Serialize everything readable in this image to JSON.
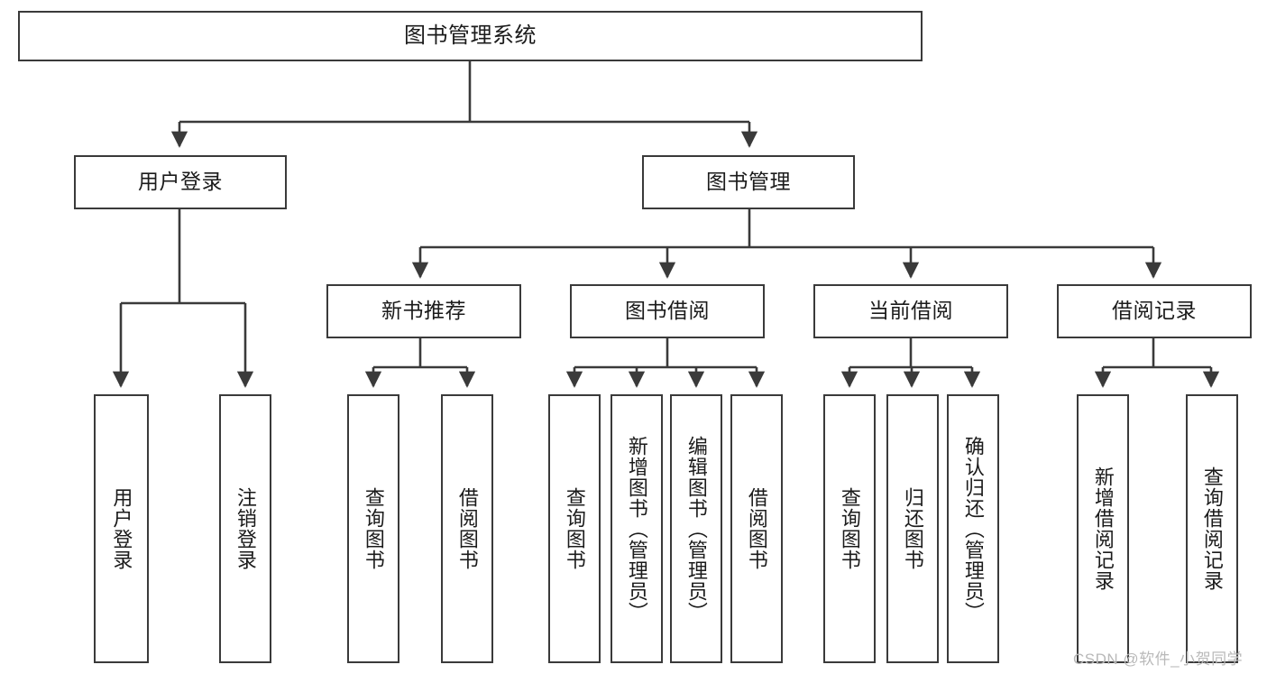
{
  "diagram": {
    "type": "tree",
    "title": "图书管理系统",
    "root": {
      "id": "root",
      "label": "图书管理系统"
    },
    "level2": [
      {
        "id": "user-login",
        "label": "用户登录"
      },
      {
        "id": "book-manage",
        "label": "图书管理"
      }
    ],
    "level3": [
      {
        "id": "new-book-recommend",
        "label": "新书推荐",
        "parent": "book-manage"
      },
      {
        "id": "book-borrow",
        "label": "图书借阅",
        "parent": "book-manage"
      },
      {
        "id": "current-borrow",
        "label": "当前借阅",
        "parent": "book-manage"
      },
      {
        "id": "borrow-record",
        "label": "借阅记录",
        "parent": "book-manage"
      }
    ],
    "leaves": {
      "user_login": [
        {
          "id": "leaf-user-login",
          "label": "用户登录"
        },
        {
          "id": "leaf-logout-login",
          "label": "注销登录"
        }
      ],
      "new_book_recommend": [
        {
          "id": "leaf-query-book-1",
          "label": "查询图书"
        },
        {
          "id": "leaf-borrow-book-1",
          "label": "借阅图书"
        }
      ],
      "book_borrow": [
        {
          "id": "leaf-query-book-2",
          "label": "查询图书"
        },
        {
          "id": "leaf-add-book",
          "label": "新增图书（管理员）"
        },
        {
          "id": "leaf-edit-book",
          "label": "编辑图书（管理员）"
        },
        {
          "id": "leaf-borrow-book-2",
          "label": "借阅图书"
        }
      ],
      "current_borrow": [
        {
          "id": "leaf-query-book-3",
          "label": "查询图书"
        },
        {
          "id": "leaf-return-book",
          "label": "归还图书"
        },
        {
          "id": "leaf-confirm-return",
          "label": "确认归还（管理员）"
        }
      ],
      "borrow_record": [
        {
          "id": "leaf-add-record",
          "label": "新增借阅记录"
        },
        {
          "id": "leaf-query-record",
          "label": "查询借阅记录"
        }
      ]
    },
    "watermark": "CSDN @软件_小贺同学",
    "colors": {
      "stroke": "#3a3a3a",
      "fill": "#ffffff",
      "text": "#1b1b1b",
      "watermark": "#b9b9b9"
    }
  }
}
